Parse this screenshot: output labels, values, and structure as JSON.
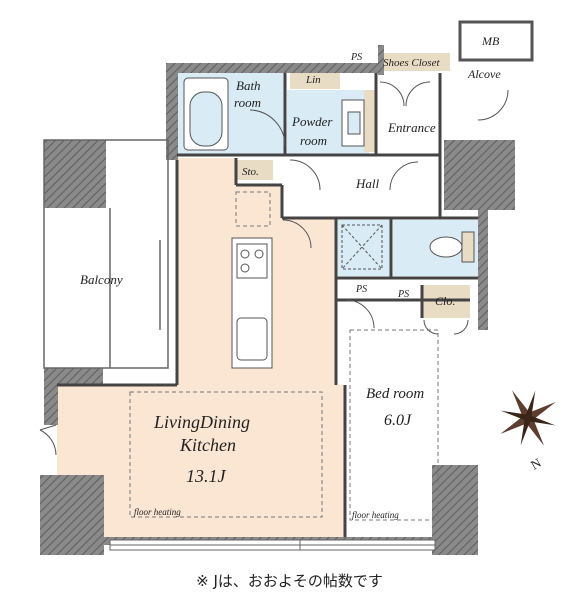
{
  "rooms": {
    "mb": "MB",
    "ps_top": "PS",
    "shoes_closet": "Shoes Closet",
    "alcove": "Alcove",
    "bath_line1": "Bath",
    "bath_line2": "room",
    "lin": "Lin",
    "powder_line1": "Powder",
    "powder_line2": "room",
    "entrance": "Entrance",
    "sto": "Sto.",
    "hall": "Hall",
    "balcony": "Balcony",
    "ps_mid": "PS",
    "ps_small": "PS",
    "clo": "Clo.",
    "ldk_line1": "LivingDining",
    "ldk_line2": "Kitchen",
    "ldk_size": "13.1J",
    "bed_name": "Bed room",
    "bed_size": "6.0J",
    "floor_heating_ldk": "floor heating",
    "floor_heating_bed": "floor heating"
  },
  "compass": {
    "north": "N"
  },
  "note": "※ Jは、おおよその帖数です",
  "colors": {
    "ldk": "#fbe6d3",
    "wet": "#d9ecf6",
    "storage": "#e9dcc4",
    "wall": "#7a7a7a",
    "balcony": "#ffffff"
  }
}
